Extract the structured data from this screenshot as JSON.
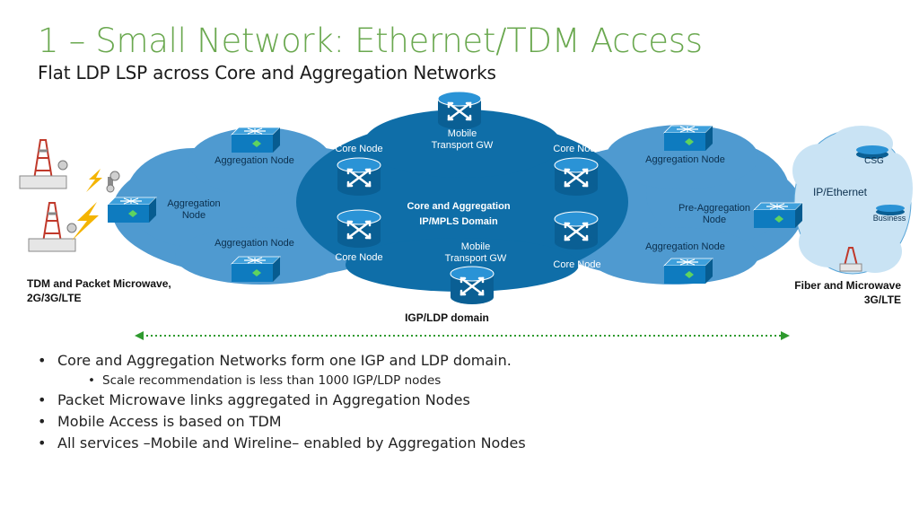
{
  "title": "1 –  Small Network: Ethernet/TDM Access",
  "subtitle": "Flat LDP LSP across Core and Aggregation Networks",
  "diagram": {
    "core_domain_line1": "Core and Aggregation",
    "core_domain_line2": "IP/MPLS Domain",
    "mobile_gw_top_line1": "Mobile",
    "mobile_gw_top_line2": "Transport GW",
    "mobile_gw_bottom_line1": "Mobile",
    "mobile_gw_bottom_line2": "Transport GW",
    "core_node_tl": "Core Node",
    "core_node_tr": "Core Node",
    "core_node_bl": "Core Node",
    "core_node_br": "Core Node",
    "agg_node_tl": "Aggregation Node",
    "agg_node_bl": "Aggregation Node",
    "agg_node_tr": "Aggregation Node",
    "agg_node_br": "Aggregation Node",
    "agg_node_left_line1": "Aggregation",
    "agg_node_left_line2": "Node",
    "pre_agg_line1": "Pre-Aggregation",
    "pre_agg_line2": "Node",
    "ip_ethernet": "IP/Ethernet",
    "csg": "CSG",
    "business": "Business",
    "tdm_line1": "TDM and Packet Microwave,",
    "tdm_line2": "2G/3G/LTE",
    "fiber_line1": "Fiber and Microwave",
    "fiber_line2": "3G/LTE",
    "igp_ldp": "IGP/LDP domain"
  },
  "bullets": [
    {
      "level": 1,
      "text": "Core and Aggregation Networks form one IGP and LDP domain."
    },
    {
      "level": 2,
      "text": "Scale recommendation is less than 1000 IGP/LDP nodes"
    },
    {
      "level": 1,
      "text": "Packet Microwave links aggregated in Aggregation Nodes"
    },
    {
      "level": 1,
      "text": "Mobile Access is based on TDM"
    },
    {
      "level": 1,
      "text": "All services –Mobile and Wireline–  enabled by Aggregation Nodes"
    }
  ],
  "colors": {
    "title": "#6aa84f",
    "cloud_light": "#4f9ad0",
    "cloud_dark": "#0f6ea8",
    "access_cloud": "#c9e3f4",
    "router": "#0e7bbf",
    "domain_arrow": "#2e9a2e"
  }
}
